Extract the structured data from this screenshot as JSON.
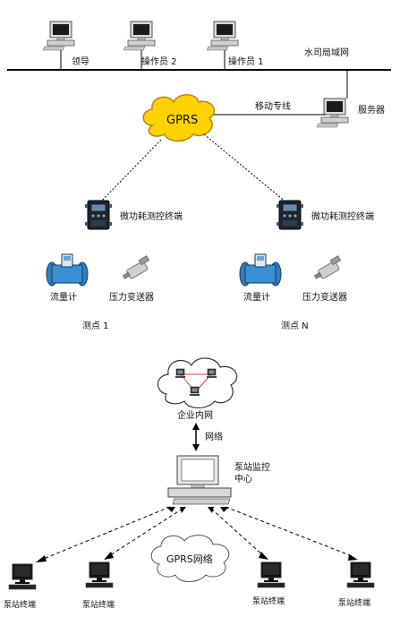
{
  "top_network": {
    "lan_label": "水司局域网",
    "computers": [
      "领导",
      "操作员 2",
      "操作员 1"
    ],
    "gprs_label": "GPRS",
    "dedicated_line_label": "移动专线",
    "server_label": "服务器",
    "terminal_label": "微功耗测控终端",
    "flow_meter_label": "流量计",
    "pressure_label": "压力变送器",
    "site1_label": "测点 1",
    "siteN_label": "测点 N"
  },
  "bottom_network": {
    "intranet_label": "企业内网",
    "network_label": "网络",
    "center_label_line1": "泵站监控",
    "center_label_line2": "中心",
    "gprs_network_label": "GPRS网络",
    "station_terminals": [
      "泵站终端",
      "泵站终端",
      "泵站终端",
      "泵站终端"
    ]
  },
  "colors": {
    "gprs_cloud_fill": "#ffd200",
    "gprs_cloud_stroke": "#b8860b",
    "meter_blue": "#2f7fc1",
    "terminal_dark": "#1c2733",
    "line_black": "#000000"
  }
}
